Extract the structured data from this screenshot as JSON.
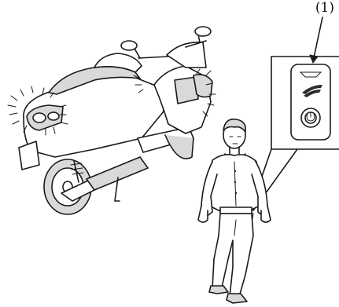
{
  "figure": {
    "callout_label": "(1)",
    "subjects": [
      "motorcycle-scooter",
      "person-walking",
      "smart-key-fob"
    ],
    "indicator_flashes": [
      "rear-turn-signal",
      "front-turn-signal"
    ],
    "colors": {
      "line": "#1a1a1a",
      "background": "#ffffff",
      "shade": "#d9d9d9"
    }
  }
}
